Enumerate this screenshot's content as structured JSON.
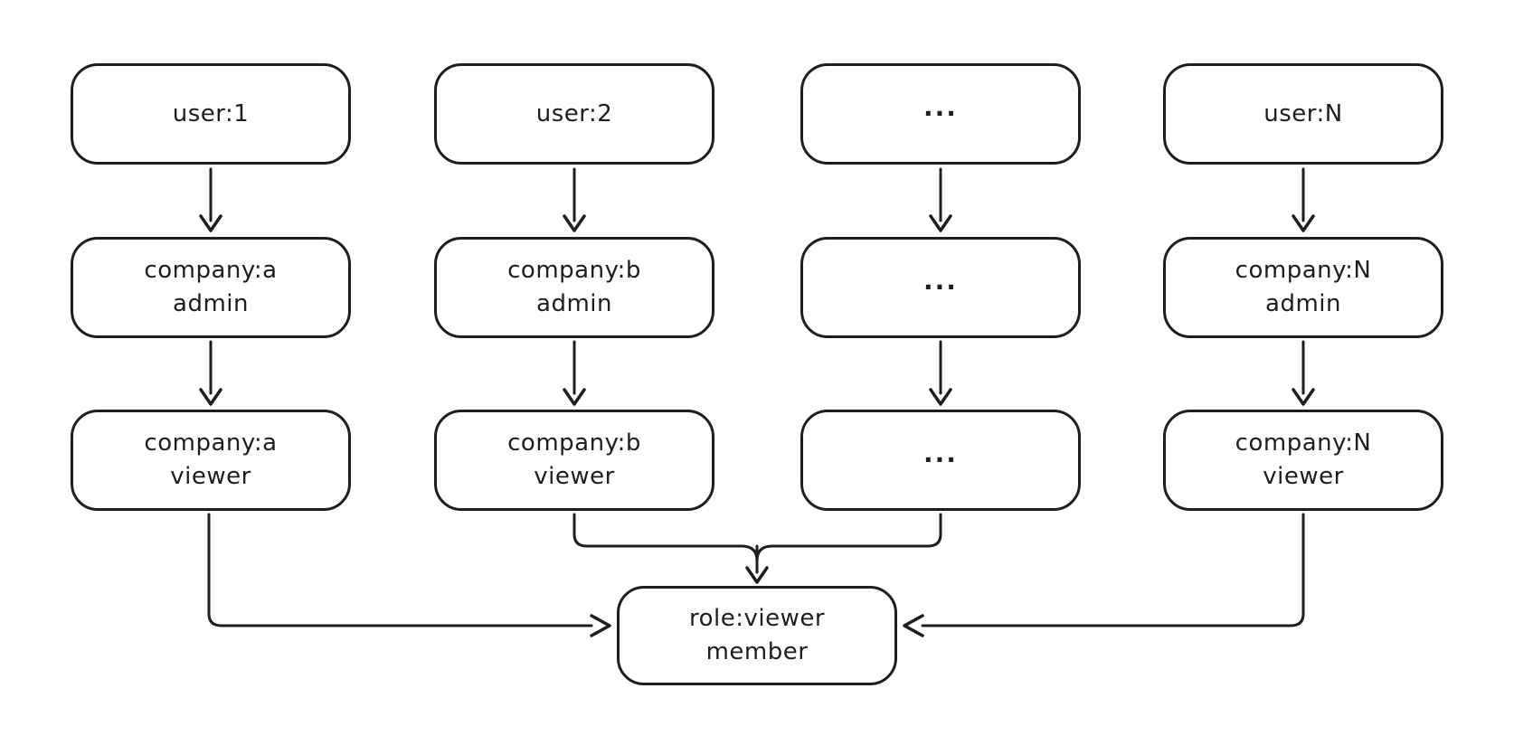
{
  "diagram": {
    "type": "flow-diagram",
    "style": {
      "stroke_color": "#1e1e1e",
      "background_color": "#ffffff"
    },
    "nodes": {
      "user_1": {
        "line1": "user:1"
      },
      "user_2": {
        "line1": "user:2"
      },
      "user_more": {
        "line1": "..."
      },
      "user_n": {
        "line1": "user:N"
      },
      "company_a_admin": {
        "line1": "company:a",
        "line2": "admin"
      },
      "company_b_admin": {
        "line1": "company:b",
        "line2": "admin"
      },
      "company_more_admin": {
        "line1": "..."
      },
      "company_n_admin": {
        "line1": "company:N",
        "line2": "admin"
      },
      "company_a_viewer": {
        "line1": "company:a",
        "line2": "viewer"
      },
      "company_b_viewer": {
        "line1": "company:b",
        "line2": "viewer"
      },
      "company_more_viewer": {
        "line1": "..."
      },
      "company_n_viewer": {
        "line1": "company:N",
        "line2": "viewer"
      },
      "role_viewer_member": {
        "line1": "role:viewer",
        "line2": "member"
      }
    },
    "edges": [
      {
        "from": "user_1",
        "to": "company_a_admin"
      },
      {
        "from": "user_2",
        "to": "company_b_admin"
      },
      {
        "from": "user_more",
        "to": "company_more_admin"
      },
      {
        "from": "user_n",
        "to": "company_n_admin"
      },
      {
        "from": "company_a_admin",
        "to": "company_a_viewer"
      },
      {
        "from": "company_b_admin",
        "to": "company_b_viewer"
      },
      {
        "from": "company_more_admin",
        "to": "company_more_viewer"
      },
      {
        "from": "company_n_admin",
        "to": "company_n_viewer"
      },
      {
        "from": "company_a_viewer",
        "to": "role_viewer_member"
      },
      {
        "from": "company_b_viewer",
        "to": "role_viewer_member"
      },
      {
        "from": "company_more_viewer",
        "to": "role_viewer_member"
      },
      {
        "from": "company_n_viewer",
        "to": "role_viewer_member"
      }
    ]
  }
}
